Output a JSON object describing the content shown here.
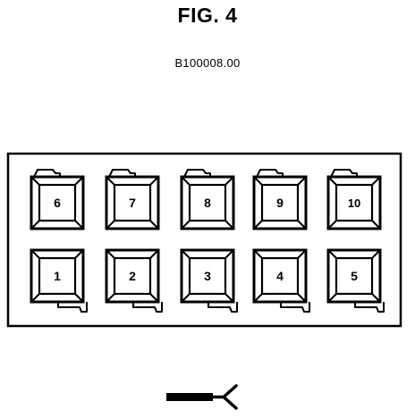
{
  "figure": {
    "title": "FIG. 4",
    "code": "B100008.00"
  },
  "connector": {
    "top_row": [
      "6",
      "7",
      "8",
      "9",
      "10"
    ],
    "bottom_row": [
      "1",
      "2",
      "3",
      "4",
      "5"
    ]
  },
  "legend_symbol": "arrow-pointer-icon"
}
